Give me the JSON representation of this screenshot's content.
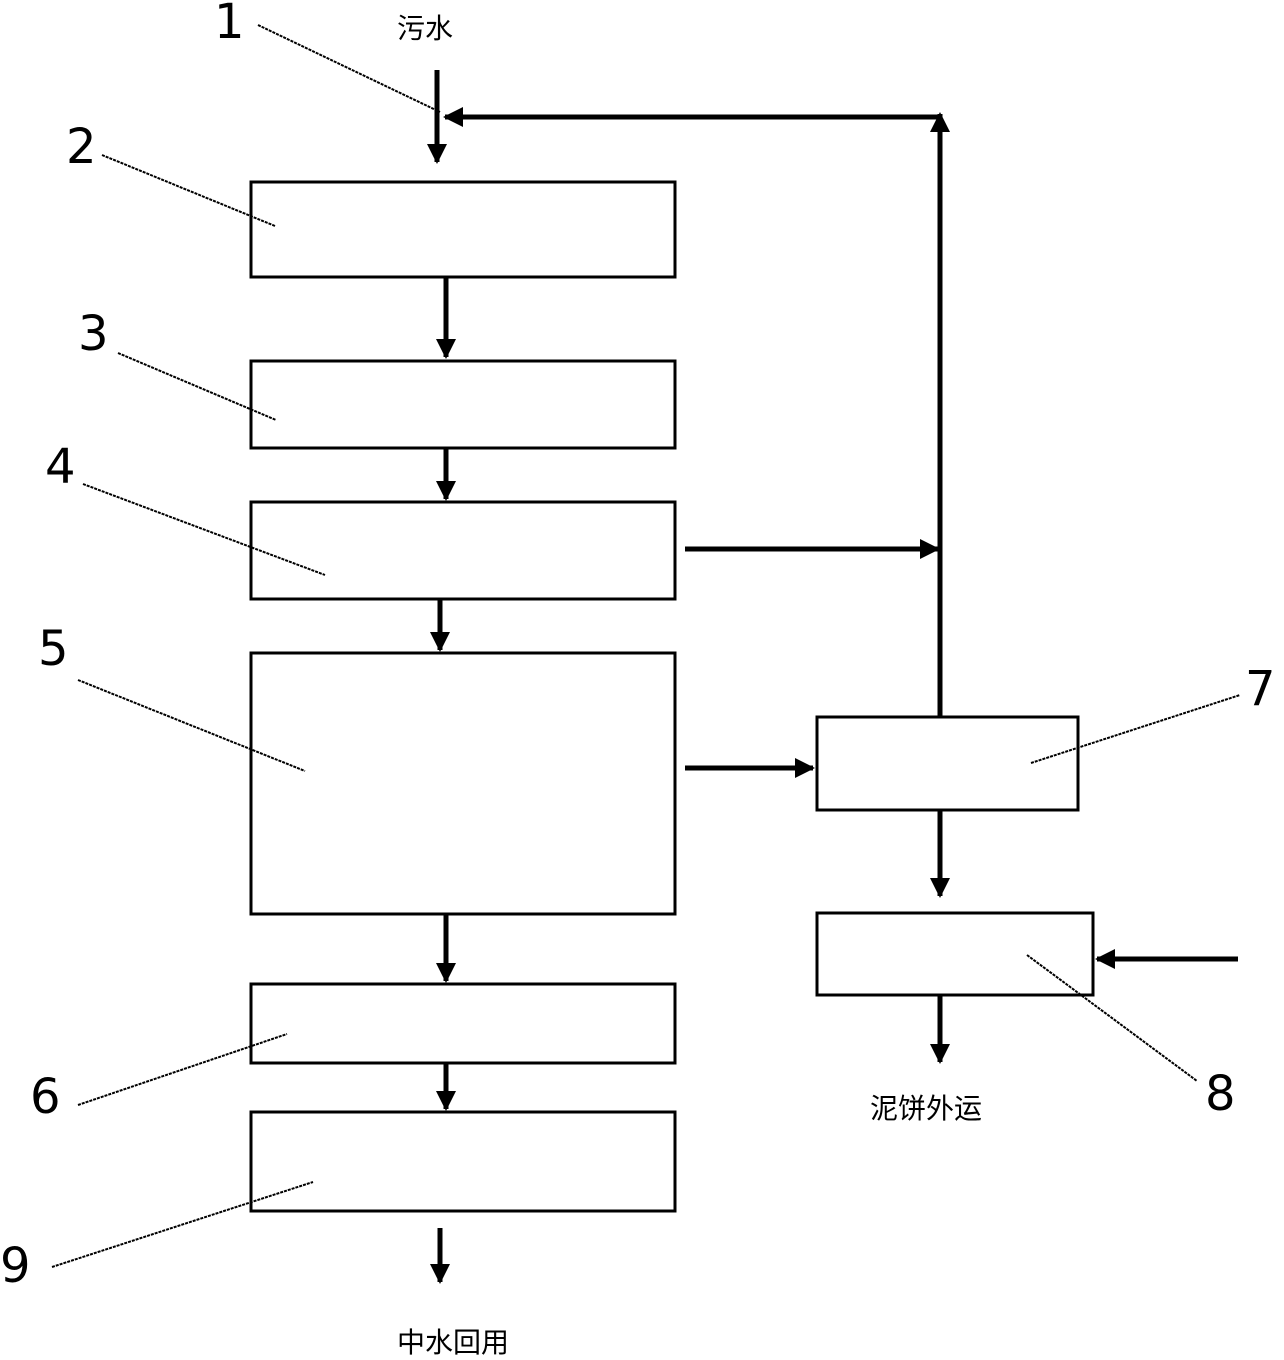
{
  "labels": {
    "inflow": "污水",
    "outflow": "中水回用",
    "sludge": "泥饼外运"
  },
  "callouts": [
    "1",
    "2",
    "3",
    "4",
    "5",
    "6",
    "7",
    "8",
    "9"
  ]
}
